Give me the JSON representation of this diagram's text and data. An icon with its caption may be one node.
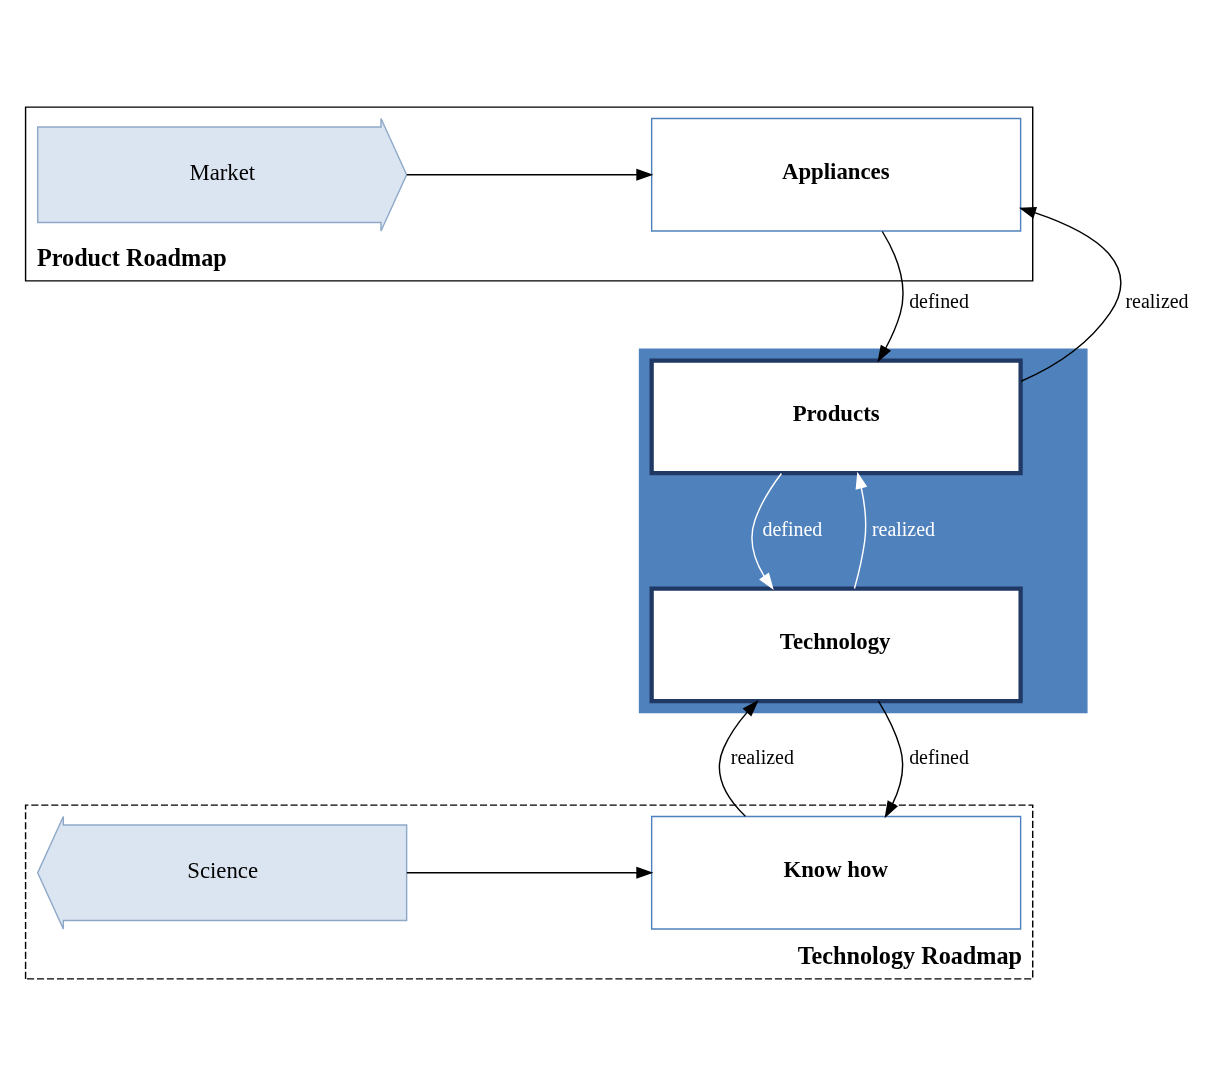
{
  "diagram": {
    "nodes": [
      {
        "text": [
          "Product Roadmap"
        ]
      },
      {
        "text": [
          "Technology Roadmap"
        ]
      },
      {
        "text": [],
        "shape": "box"
      },
      {
        "text": [
          "Market"
        ],
        "in": 0
      },
      {
        "text": [
          "Appliances"
        ],
        "in": 0
      },
      {
        "text": [
          "Products"
        ],
        "in": 2
      },
      {
        "text": [
          "Technology"
        ],
        "in": 2
      },
      {
        "text": [
          "Know how"
        ],
        "in": 1
      },
      {
        "text": [
          "Science"
        ],
        "in": 1
      }
    ],
    "edges": [
      {
        "from": 3,
        "to": 4,
        "arrow": "to"
      },
      {
        "from": 5,
        "to": 4,
        "arrow": "to",
        "label": "realized"
      },
      {
        "from": 4,
        "to": 5,
        "arrow": "to",
        "label": "defined"
      },
      {
        "from": 6,
        "to": 5,
        "arrow": "to",
        "label": "realized",
        "color": "#ffffff"
      },
      {
        "from": 5,
        "to": 6,
        "arrow": "to",
        "label": "defined",
        "color": "#ffffff"
      },
      {
        "from": 7,
        "to": 6,
        "arrow": "to",
        "label": "realized"
      },
      {
        "from": 6,
        "to": 7,
        "arrow": "to",
        "label": "defined"
      },
      {
        "from": 8,
        "to": 7,
        "arrow": "to"
      }
    ]
  }
}
